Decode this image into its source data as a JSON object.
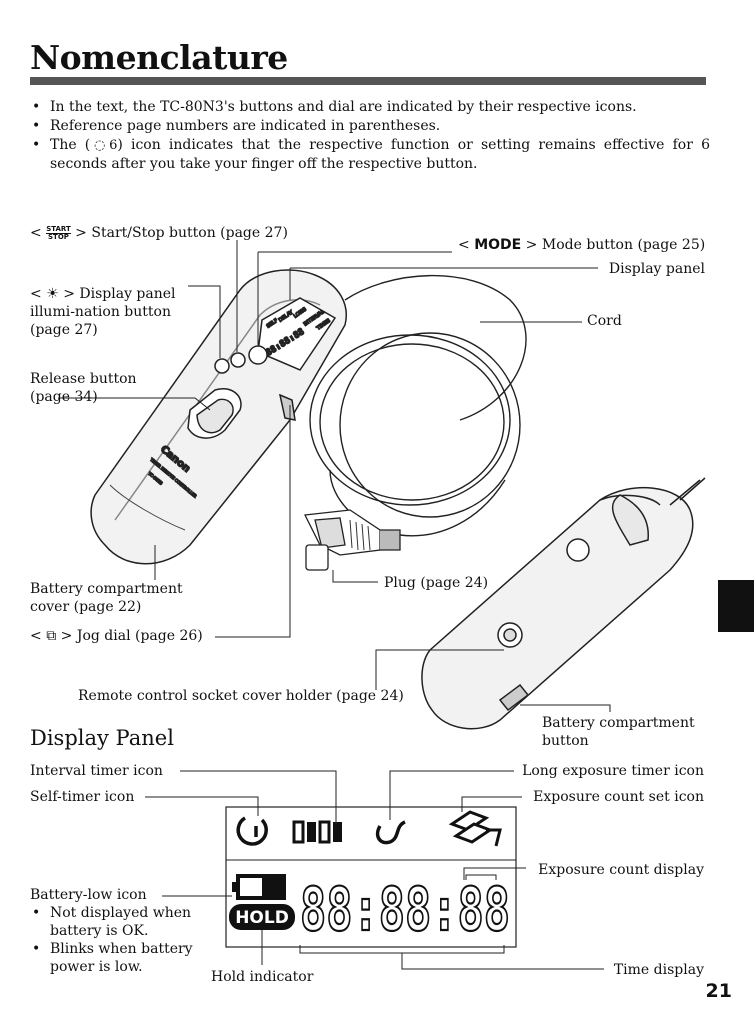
{
  "page": {
    "title": "Nomenclature",
    "section_title": "Display Panel",
    "page_number": "21"
  },
  "bullets": [
    "In the text, the TC-80N3's buttons and dial are indicated by their respective icons.",
    "Reference page numbers are indicated in parentheses.",
    {
      "prefix": "The (",
      "icon": "6",
      "rest_line1": ") icon indicates that the respective function or setting remains effective for 6",
      "rest_line2": "seconds after you take your finger off the respective button."
    }
  ],
  "remote_labels": {
    "start_stop_icon_top": "START",
    "start_stop_icon_bottom": "STOP",
    "start_stop": "Start/Stop button (page 27)",
    "mode_icon": "MODE",
    "mode": "Mode button (page 25)",
    "display_panel": "Display panel",
    "illumination_line1": "Display panel",
    "illumination_line2": "illumi-nation button",
    "illumination_line3": "(page 27)",
    "cord": "Cord",
    "release_line1": "Release button",
    "release_line2": "(page 34)",
    "battery_cover_line1": "Battery compartment",
    "battery_cover_line2": "cover (page 22)",
    "jog_dial": "Jog dial (page 26)",
    "plug": "Plug (page 24)",
    "socket_cover_holder": "Remote control socket cover holder (page 24)",
    "battery_button_line1": "Battery compartment",
    "battery_button_line2": "button",
    "brand": "Canon",
    "panel_text_1": "SELF",
    "panel_text_2": "DELAY",
    "panel_text_3": "LONG",
    "panel_text_4": "INTERVAL",
    "panel_text_5": "TIMES",
    "panel_text_6": "COUNT",
    "device_digits": "88:88:88",
    "device_text_1": "TIMER REMOTE CONTROLLER",
    "device_text_2": "TC-80N3"
  },
  "panel_labels": {
    "interval_timer_icon": "Interval timer icon",
    "self_timer_icon": "Self-timer icon",
    "long_exposure_timer_icon": "Long exposure timer icon",
    "exposure_count_set_icon": "Exposure count set icon",
    "exposure_count_display": "Exposure count display",
    "battery_low_icon": "Battery-low icon",
    "battery_note_1_line1": "Not displayed when",
    "battery_note_1_line2": "battery is OK.",
    "battery_note_2_line1": "Blinks when battery",
    "battery_note_2_line2": "power is low.",
    "hold_indicator": "Hold indicator",
    "time_display": "Time display"
  },
  "lcd": {
    "hold": "HOLD",
    "digits": "88:88:88"
  },
  "icons": {
    "illumination": "light-icon",
    "jog_dial": "jog-dial-icon",
    "six_second": "timer-6-icon",
    "self_timer": "self-timer-icon",
    "interval": "interval-timer-icon",
    "long_exposure": "long-exposure-icon",
    "exposure_count": "exposure-count-icon",
    "battery_low": "battery-low-icon"
  }
}
